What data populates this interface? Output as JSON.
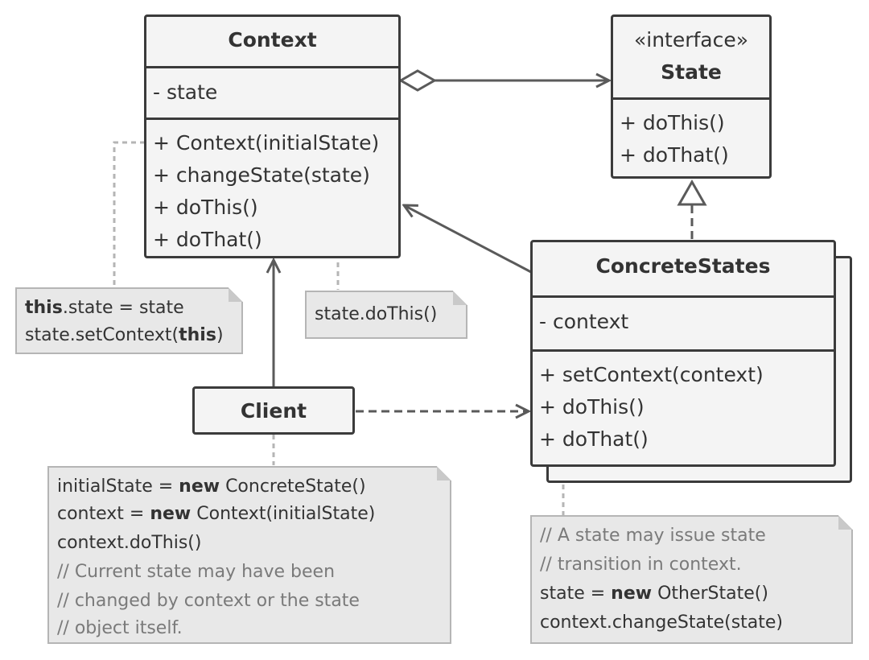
{
  "context_class": {
    "name": "Context",
    "fields": [
      "- state"
    ],
    "methods": [
      "+ Context(initialState)",
      "+ changeState(state)",
      "+ doThis()",
      "+ doThat()"
    ]
  },
  "state_interface": {
    "stereotype": "«interface»",
    "name": "State",
    "methods": [
      "+ doThis()",
      "+ doThat()"
    ]
  },
  "concrete_states": {
    "name": "ConcreteStates",
    "fields": [
      "- context"
    ],
    "methods": [
      "+ setContext(context)",
      "+ doThis()",
      "+ doThat()"
    ]
  },
  "client": {
    "name": "Client"
  },
  "notes": {
    "context_ctor": {
      "line1_kw": "this",
      "line1_rest": ".state = state",
      "line2_pre": "state.setContext(",
      "line2_kw": "this",
      "line2_post": ")"
    },
    "do_this": {
      "text": "state.doThis()"
    },
    "client": {
      "l1_pre": "initialState = ",
      "l1_kw": "new",
      "l1_post": " ConcreteState()",
      "l2_pre": "context = ",
      "l2_kw": "new",
      "l2_post": " Context(initialState)",
      "l3": "context.doThis()",
      "c1": "// Current state may have been",
      "c2": "// changed by context or the state",
      "c3": "// object itself."
    },
    "concrete": {
      "c1": "// A state may issue state",
      "c2": "// transition in context.",
      "l1_pre": "state = ",
      "l1_kw": "new",
      "l1_post": " OtherState()",
      "l2": "context.changeState(state)"
    }
  },
  "colors": {
    "stroke": "#3b3b3b",
    "box_fill": "#f4f4f4",
    "note_fill": "#e8e8e8",
    "connector": "#b5b5b5"
  }
}
